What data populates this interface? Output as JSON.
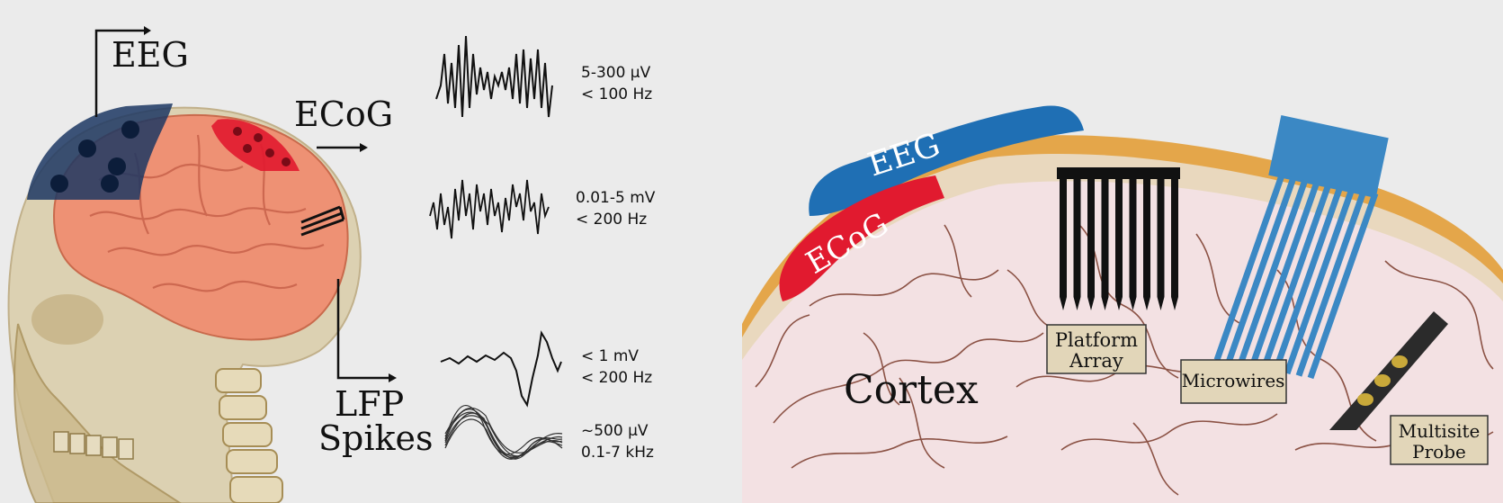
{
  "left_panel": {
    "labels": {
      "eeg": "EEG",
      "ecog": "ECoG",
      "lfp": "LFP",
      "spikes": "Spikes"
    },
    "signals": [
      {
        "amplitude": "5-300 µV",
        "band": "< 100 Hz"
      },
      {
        "amplitude": "0.01-5 mV",
        "band": "< 200 Hz"
      },
      {
        "amplitude": "< 1 mV",
        "band": "< 200 Hz"
      },
      {
        "amplitude": "~500 µV",
        "band": "0.1-7 kHz"
      }
    ]
  },
  "right_panel": {
    "labels": {
      "eeg": "EEG",
      "ecog": "ECoG",
      "cortex": "Cortex",
      "platform_array": [
        "Platform",
        "Array"
      ],
      "microwires": "Microwires",
      "multisite_probe": [
        "Multisite",
        "Probe"
      ]
    }
  },
  "colors": {
    "background": "#ebebeb",
    "eeg_blue": "#1f4f87",
    "eeg_electrode_blue": "#1c3763",
    "ecog_red": "#e11a2f",
    "cortex_pink": "#f3e1e3",
    "skull_orange": "#e4a64a",
    "brain_orange": "#ee9174",
    "microwire_blue": "#3b88c4",
    "label_box": "#e2d6b9"
  }
}
